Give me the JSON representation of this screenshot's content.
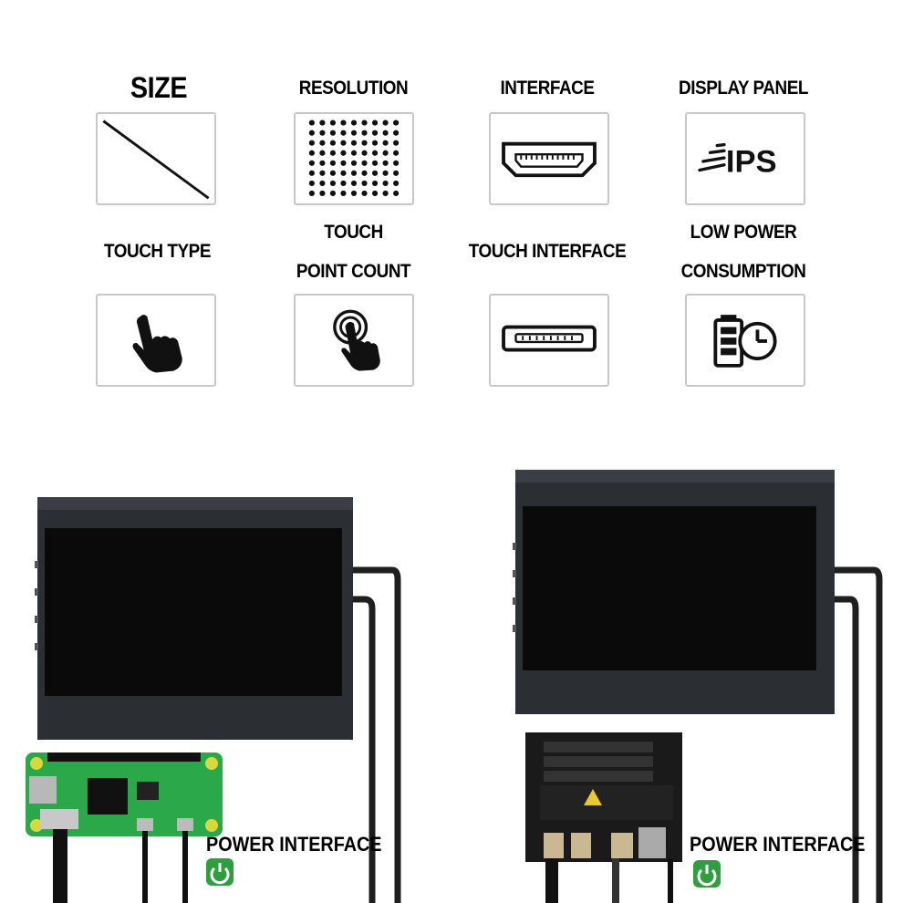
{
  "features": [
    {
      "label": "SIZE",
      "icon": "diagonal-size-icon"
    },
    {
      "label": "RESOLUTION",
      "icon": "pixel-grid-icon"
    },
    {
      "label": "INTERFACE",
      "icon": "hdmi-port-icon"
    },
    {
      "label": "DISPLAY PANEL",
      "icon": "ips-icon",
      "icon_text": "IPS"
    },
    {
      "label": "TOUCH TYPE",
      "icon": "touch-hand-icon"
    },
    {
      "label_lines": [
        "TOUCH",
        "POINT COUNT"
      ],
      "icon": "multi-touch-icon"
    },
    {
      "label": "TOUCH INTERFACE",
      "icon": "usb-port-icon"
    },
    {
      "label_lines": [
        "LOW POWER",
        "CONSUMPTION"
      ],
      "icon": "battery-clock-icon"
    }
  ],
  "setups": [
    {
      "board": "raspberry-pi-zero",
      "power_label": "POWER INTERFACE"
    },
    {
      "board": "jetson-nano",
      "power_label": "POWER INTERFACE"
    }
  ],
  "colors": {
    "power_icon": "#2e9e3e",
    "monitor_body": "#2b2e33",
    "screen": "#0a0a0a",
    "pcb_green": "#2aa84a",
    "pcb_black": "#1a1a1a"
  }
}
